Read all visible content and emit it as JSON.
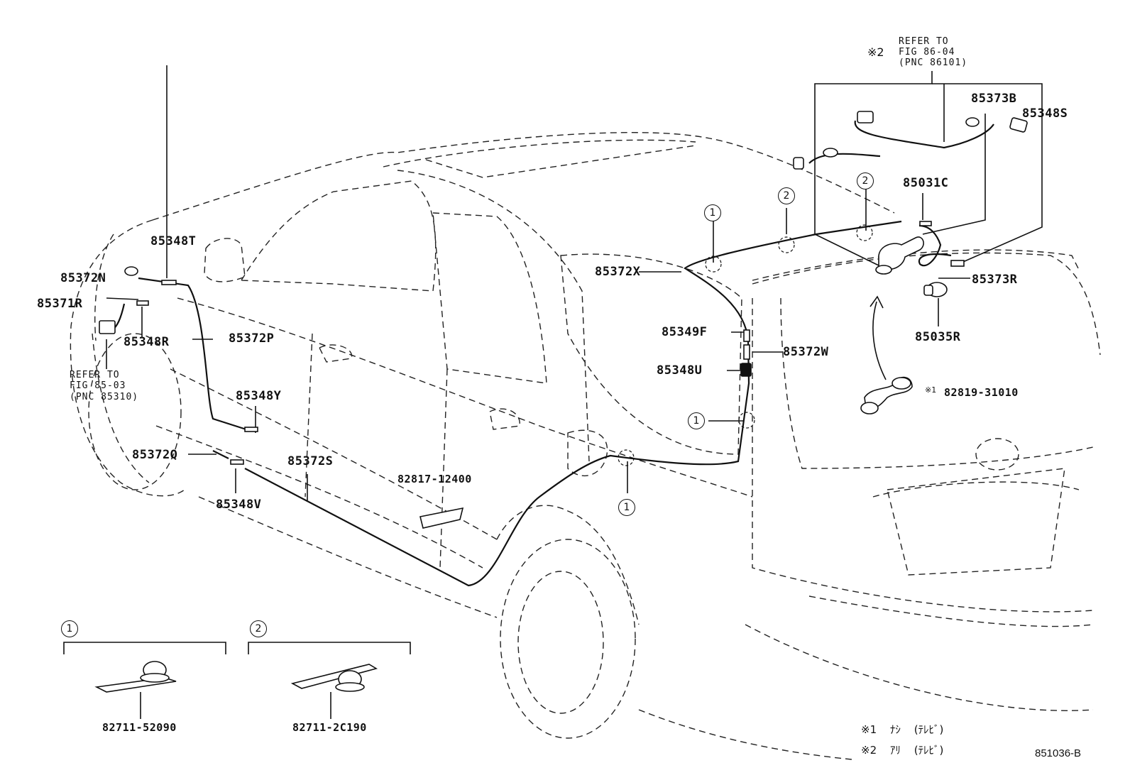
{
  "parts": {
    "p85373B": "85373B",
    "p85348S": "85348S",
    "p85031C": "85031C",
    "p85373R": "85373R",
    "p85035R": "85035R",
    "p82819_31010": "82819-31010",
    "p85348T": "85348T",
    "p85372N": "85372N",
    "p85371R": "85371R",
    "p85348R": "85348R",
    "p85372P": "85372P",
    "p85372X": "85372X",
    "p85349F": "85349F",
    "p85372W": "85372W",
    "p85348U": "85348U",
    "p85348Y": "85348Y",
    "p85372Q": "85372Q",
    "p85372S": "85372S",
    "p82817_12400": "82817-12400",
    "p85348V": "85348V",
    "p82711_52090": "82711-52090",
    "p82711_2C190": "82711-2C190"
  },
  "refs": {
    "top": {
      "mark": "※2",
      "line1": "REFER TO",
      "line2": "FIG 86-04",
      "line3": "(PNC 86101)"
    },
    "left": {
      "line1": "REFER TO",
      "line2": "FIG 85-03",
      "line3": "(PNC 85310)"
    }
  },
  "callouts": {
    "one": "1",
    "two": "2"
  },
  "marks": {
    "m1": "※1"
  },
  "legend": [
    {
      "mark": "※1",
      "text1": "ﾅｼ",
      "text2": "(ﾃﾚﾋﾞ)"
    },
    {
      "mark": "※2",
      "text1": "ｱﾘ",
      "text2": "(ﾃﾚﾋﾞ)"
    }
  ],
  "figure_number": "851036-B"
}
